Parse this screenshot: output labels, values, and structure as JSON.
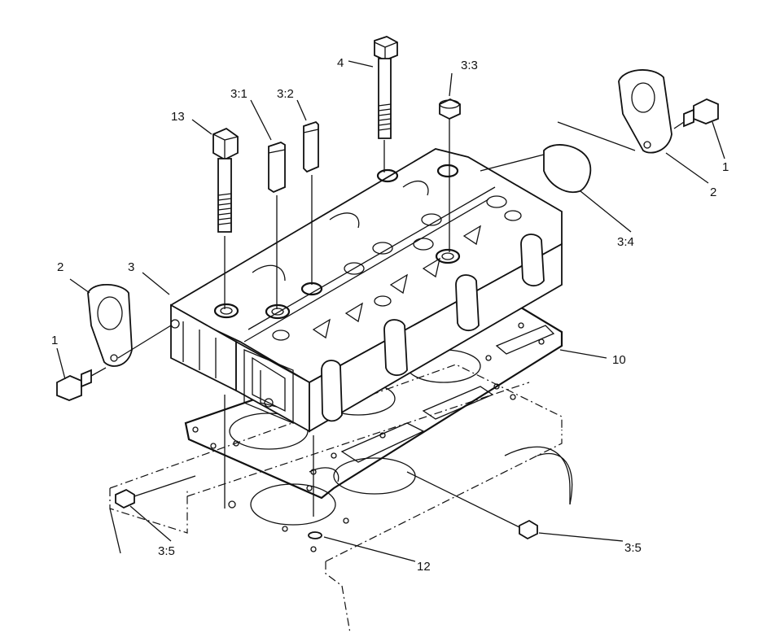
{
  "labels": {
    "l4": "4",
    "l33": "3:3",
    "l31": "3:1",
    "l32": "3:2",
    "l13": "13",
    "l1_right": "1",
    "l2_right": "2",
    "l34": "3:4",
    "l2_left": "2",
    "l3": "3",
    "l1_left": "1",
    "l10": "10",
    "l35_left": "3:5",
    "l35_right": "3:5",
    "l12": "12"
  }
}
